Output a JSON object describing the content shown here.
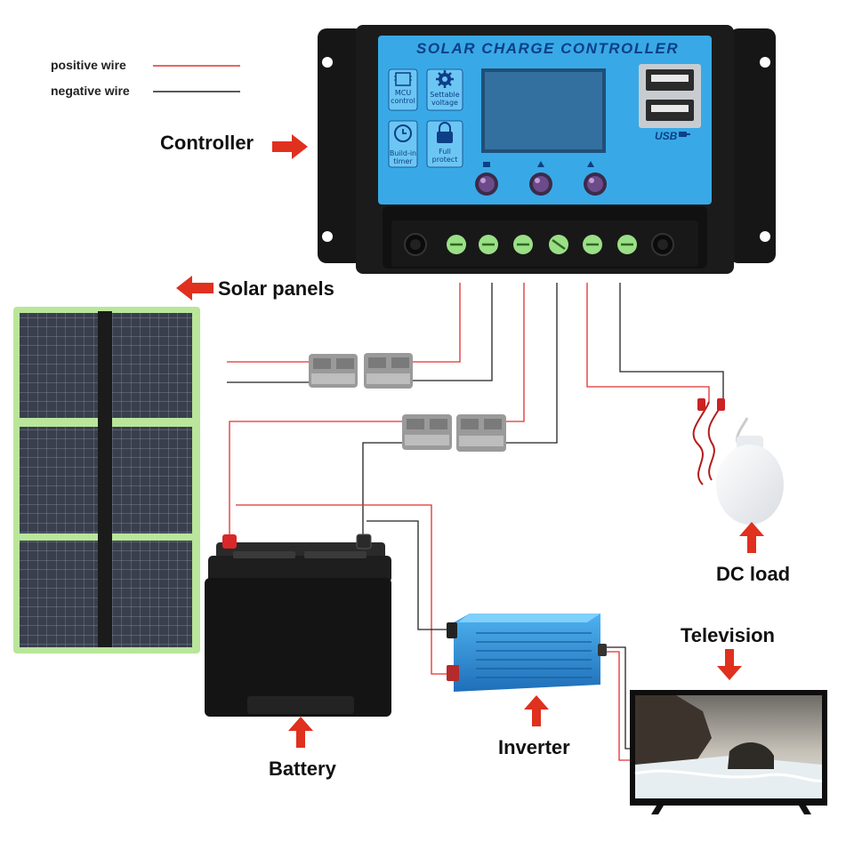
{
  "legend": {
    "positive_label": "positive wire",
    "negative_label": "negative wire",
    "positive_color": "#e03030",
    "negative_color": "#222222"
  },
  "controller": {
    "title": "SOLAR CHARGE CONTROLLER",
    "features": [
      {
        "label_line1": "MCU",
        "label_line2": "control",
        "icon": "chip-icon"
      },
      {
        "label_line1": "Settable",
        "label_line2": "voltage",
        "icon": "gear-icon"
      },
      {
        "label_line1": "Build-in",
        "label_line2": "timer",
        "icon": "clock-icon"
      },
      {
        "label_line1": "Full",
        "label_line2": "protect",
        "icon": "lock-icon"
      }
    ],
    "usb_label": "USB",
    "body_color": "#1b1b1b",
    "panel_color": "#38a9e6"
  },
  "components": {
    "controller_label": "Controller",
    "solar_label": "Solar panels",
    "battery_label": "Battery",
    "inverter_label": "Inverter",
    "dc_load_label": "DC load",
    "television_label": "Television"
  },
  "colors": {
    "arrow": "#e0301e",
    "inverter": "#2e8fd6",
    "solar_frame": "#b9e69a",
    "connector": "#9a9a9a"
  }
}
